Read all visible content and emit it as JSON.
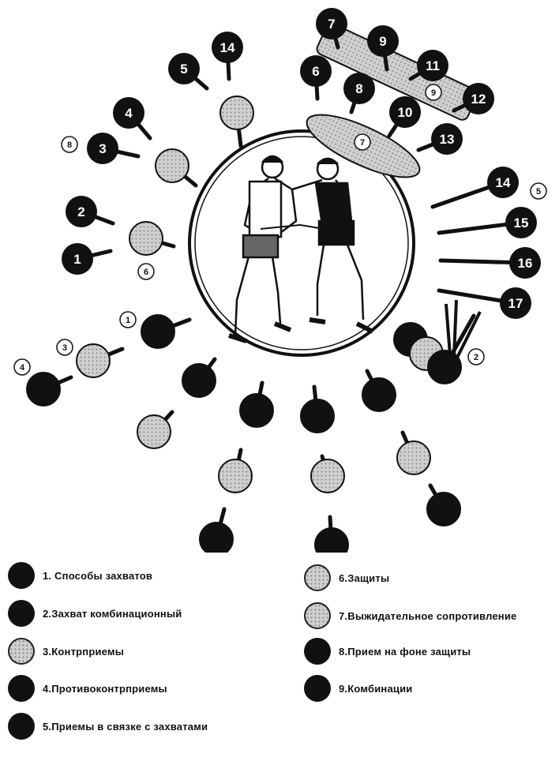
{
  "colors": {
    "black": "#111111",
    "gray": "#cfcfcf",
    "dot": "#888888"
  },
  "numbered_black_nodes": [
    "1",
    "2",
    "3",
    "4",
    "5",
    "14",
    "6",
    "7",
    "9",
    "8",
    "10",
    "11",
    "12",
    "13",
    "14",
    "15",
    "16",
    "17"
  ],
  "circled_labels": [
    "8",
    "6",
    "1",
    "3",
    "4",
    "9",
    "7",
    "5",
    "2"
  ],
  "center_image": "two-wrestlers-illustration",
  "legend": [
    {
      "style": "black",
      "label": "1. Способы захватов"
    },
    {
      "style": "black",
      "label": "2.Захват комбинационный"
    },
    {
      "style": "dotted",
      "label": "3.Контрприемы"
    },
    {
      "style": "black",
      "label": "4.Противоконтрприемы"
    },
    {
      "style": "black",
      "label": "5.Приемы в связке с захватами"
    },
    {
      "style": "dotted",
      "label": "6.Защиты"
    },
    {
      "style": "dotted",
      "label": "7.Выжидательное сопротивление"
    },
    {
      "style": "black",
      "label": "8.Прием на фоне защиты"
    },
    {
      "style": "black",
      "label": "9.Комбинации"
    }
  ]
}
